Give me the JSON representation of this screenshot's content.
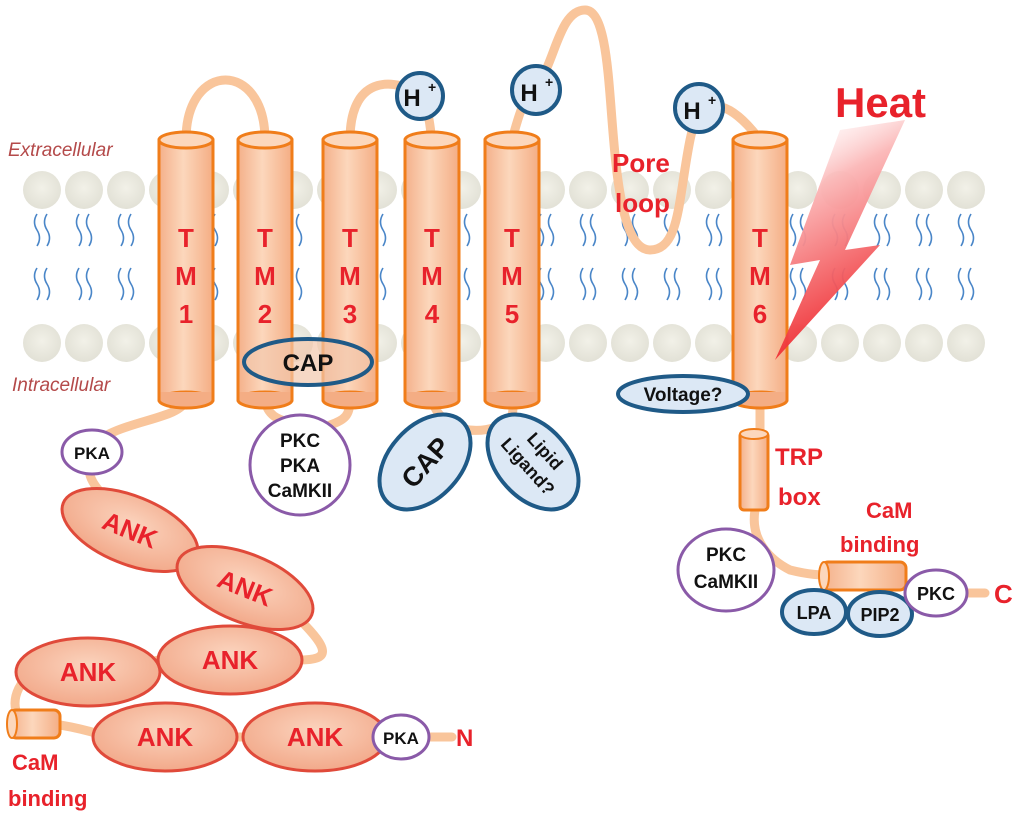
{
  "labels": {
    "extracellular": "Extracellular",
    "intracellular": "Intracellular",
    "heat": "Heat",
    "pore_line1": "Pore",
    "pore_line2": "loop",
    "trp_line1": "TRP",
    "trp_line2": "box",
    "cam_c_line1": "CaM",
    "cam_c_line2": "binding",
    "cam_n_line1": "CaM",
    "cam_n_line2": "binding",
    "c_term": "C",
    "n_term": "N"
  },
  "helices": [
    {
      "t": "T",
      "m": "M",
      "n": "1"
    },
    {
      "t": "T",
      "m": "M",
      "n": "2"
    },
    {
      "t": "T",
      "m": "M",
      "n": "3"
    },
    {
      "t": "T",
      "m": "M",
      "n": "4"
    },
    {
      "t": "T",
      "m": "M",
      "n": "5"
    },
    {
      "t": "T",
      "m": "M",
      "n": "6"
    }
  ],
  "protons": [
    "H",
    "H",
    "H"
  ],
  "proton_charge": "+",
  "cap_membrane": "CAP",
  "cap_tm4": "CAP",
  "lipid_line1": "Lipid",
  "lipid_line2": "Ligand?",
  "voltage": "Voltage?",
  "pka_top": "PKA",
  "pka_n": "PKA",
  "pkc_tm23": [
    "PKC",
    "PKA",
    "CaMKII"
  ],
  "pkc_c1": [
    "PKC",
    "CaMKII"
  ],
  "lpa": "LPA",
  "pip2": "PIP2",
  "pkc_c2": "PKC",
  "ank": [
    "ANK",
    "ANK",
    "ANK",
    "ANK",
    "ANK",
    "ANK"
  ],
  "colors": {
    "helix_fill": "#f9c9a6",
    "helix_edge": "#f07d1a",
    "chain": "#f9c59b",
    "ank_fill": "#f6b99a",
    "ank_edge": "#e04a3a",
    "blue_fill": "#dce8f5",
    "blue_edge": "#1f5a87",
    "purple_edge": "#8a5aa8",
    "red": "#e8222b"
  }
}
